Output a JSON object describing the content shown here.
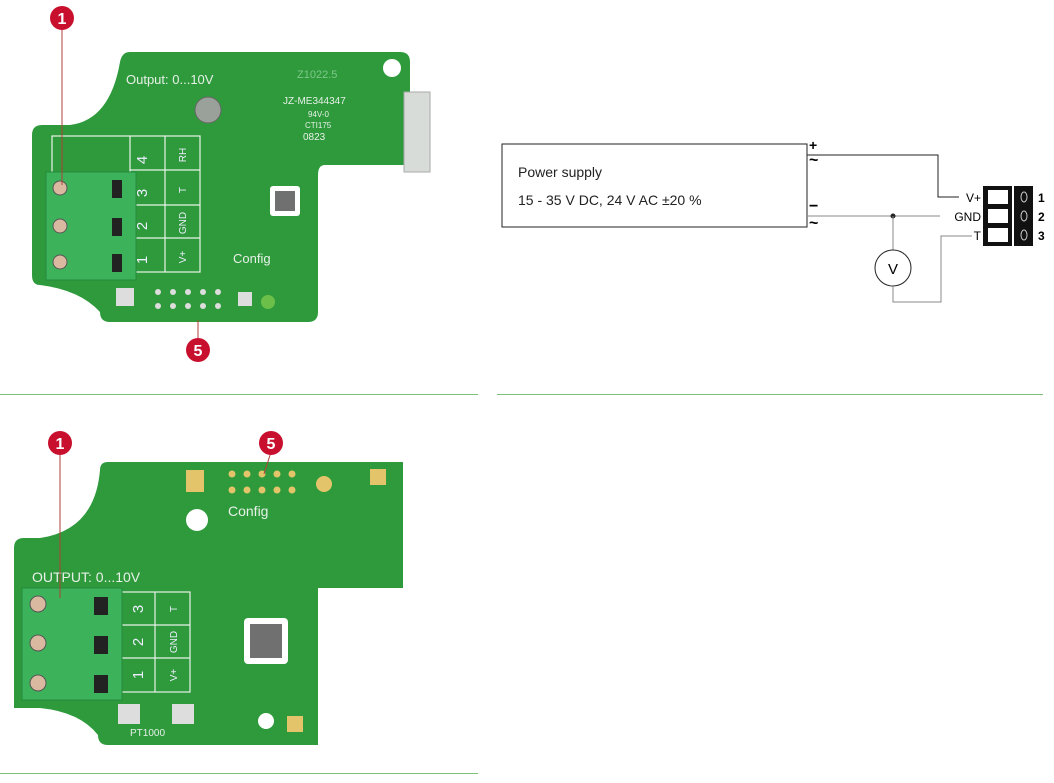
{
  "top_photo": {
    "callouts": [
      "1",
      "5"
    ],
    "pcb_texts": {
      "output": "Output: 0...10V",
      "part_code": "Z1022.5",
      "manufacturer": "JZ-ME344347",
      "rating": "94V-0",
      "cti": "CTI175",
      "date": "0823",
      "config": "Config",
      "terminal_numbers": [
        "1",
        "2",
        "3",
        "4"
      ],
      "terminal_labels": [
        "V+",
        "GND",
        "T",
        "RH"
      ]
    }
  },
  "bottom_photo": {
    "callouts": [
      "1",
      "5"
    ],
    "pcb_texts": {
      "output": "OUTPUT: 0...10V",
      "config": "Config",
      "pt": "PT1000",
      "terminal_numbers": [
        "1",
        "2",
        "3"
      ],
      "terminal_labels": [
        "V+",
        "GND",
        "T"
      ]
    }
  },
  "wiring_diagram": {
    "power_supply_title": "Power supply",
    "power_supply_spec": "15 - 35 V DC, 24 V AC ±20 %",
    "plus": "+",
    "minus": "−",
    "ac": "~",
    "voltmeter": "V",
    "terminals": [
      {
        "label": "V+",
        "number": "1"
      },
      {
        "label": "GND",
        "number": "2"
      },
      {
        "label": "T",
        "number": "3"
      }
    ]
  },
  "colors": {
    "pcb": "#2e9a3c",
    "terminal": "#3cb35a",
    "callout": "#c8102e",
    "divider": "#7cc27c"
  }
}
